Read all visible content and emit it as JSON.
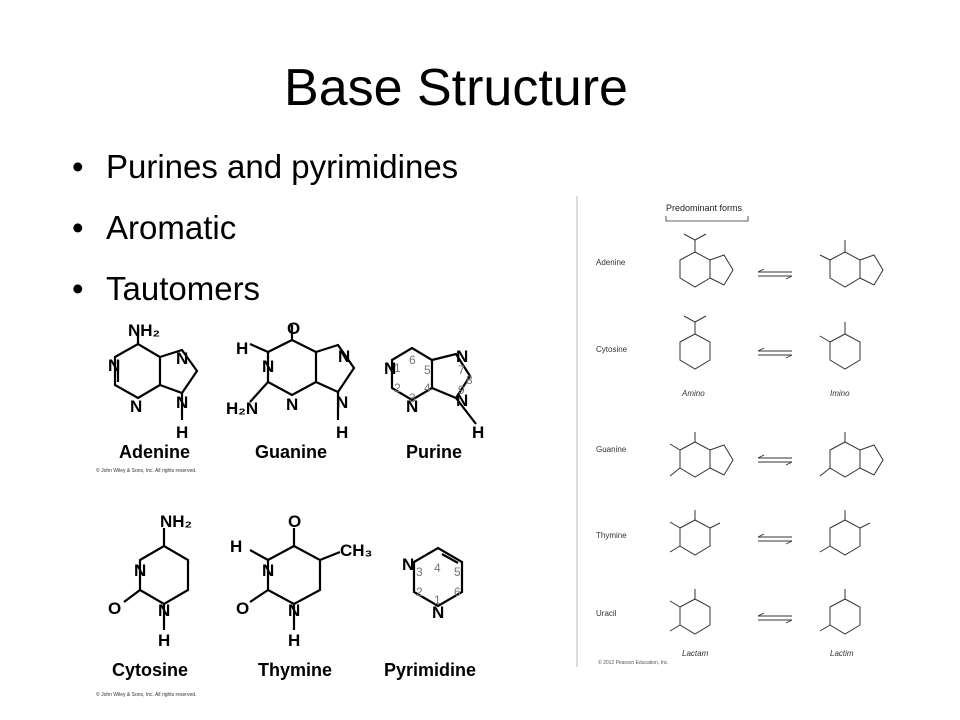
{
  "slide": {
    "title": "Base Structure",
    "bullets": [
      "Purines and pyrimidines",
      "Aromatic",
      "Tautomers"
    ]
  },
  "left_figure": {
    "names": {
      "adenine": "Adenine",
      "guanine": "Guanine",
      "purine": "Purine",
      "cytosine": "Cytosine",
      "thymine": "Thymine",
      "pyrimidine": "Pyrimidine"
    },
    "copyright_top": "© John Wiley & Sons, Inc. All rights reserved.",
    "copyright_bottom": "© John Wiley & Sons, Inc. All rights reserved."
  },
  "right_figure": {
    "header": "Predominant forms",
    "rows": [
      "Adenine",
      "Cytosine",
      "Guanine",
      "Thymine",
      "Uracil"
    ],
    "col_labels_top": [
      "Amino",
      "Imino"
    ],
    "col_labels_bottom": [
      "Lactam",
      "Lactim"
    ],
    "copyright": "© 2012 Pearson Education, Inc."
  }
}
